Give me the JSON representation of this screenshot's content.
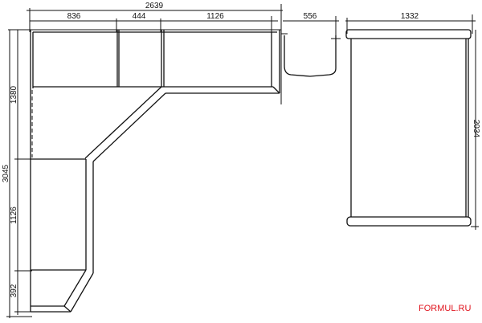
{
  "dimensions": {
    "total_width": "2639",
    "segment_1": "836",
    "segment_2": "444",
    "segment_3": "1126",
    "sink_width": "556",
    "table_width": "1332",
    "table_length": "2034",
    "total_height": "3045",
    "upper_depth": "1380",
    "lower_run": "1126",
    "bottom_corner": "392"
  },
  "watermark": "FORMUL.RU",
  "colors": {
    "lines": "#111111",
    "watermark": "#e0141e"
  }
}
